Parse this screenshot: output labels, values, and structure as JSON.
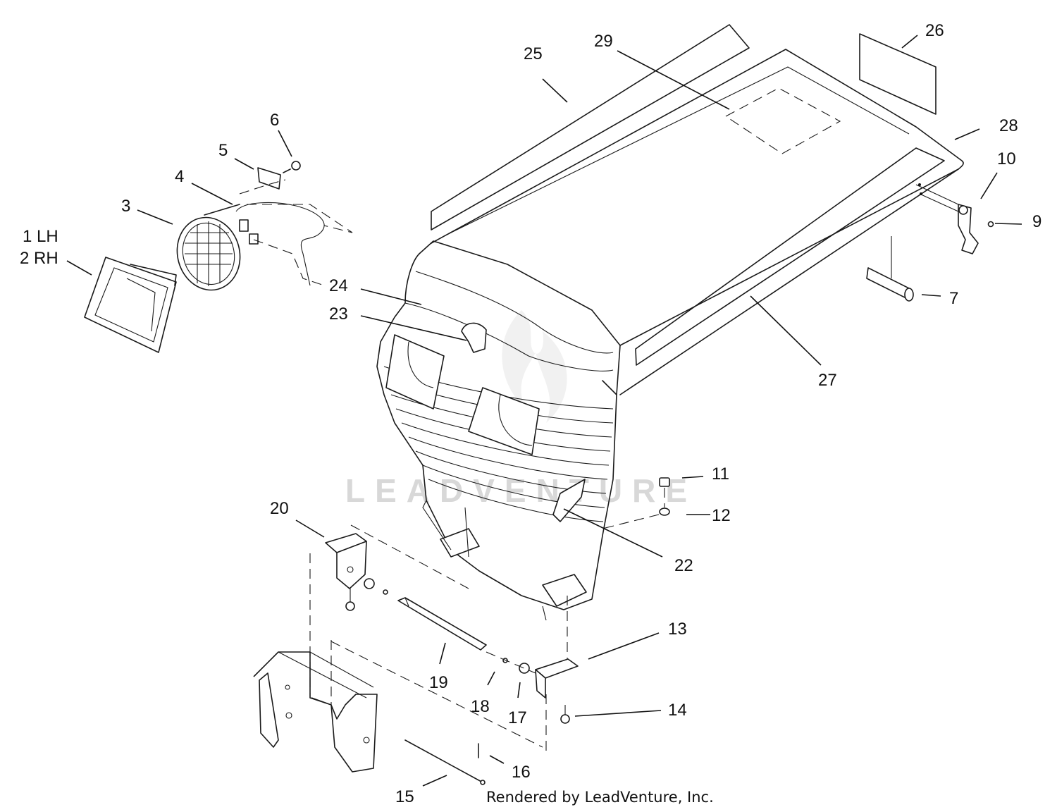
{
  "watermark": "LEADVENTURE",
  "credit": "Rendered by LeadVenture, Inc.",
  "callouts": {
    "c1": "1 LH",
    "c2": "2 RH",
    "c3": "3",
    "c4": "4",
    "c5": "5",
    "c6": "6",
    "c7": "7",
    "c9": "9",
    "c10": "10",
    "c11": "11",
    "c12": "12",
    "c13": "13",
    "c14": "14",
    "c15": "15",
    "c16": "16",
    "c17": "17",
    "c18": "18",
    "c19": "19",
    "c20": "20",
    "c22": "22",
    "c23": "23",
    "c24": "24",
    "c25": "25",
    "c26": "26",
    "c27": "27",
    "c28": "28",
    "c29": "29"
  }
}
